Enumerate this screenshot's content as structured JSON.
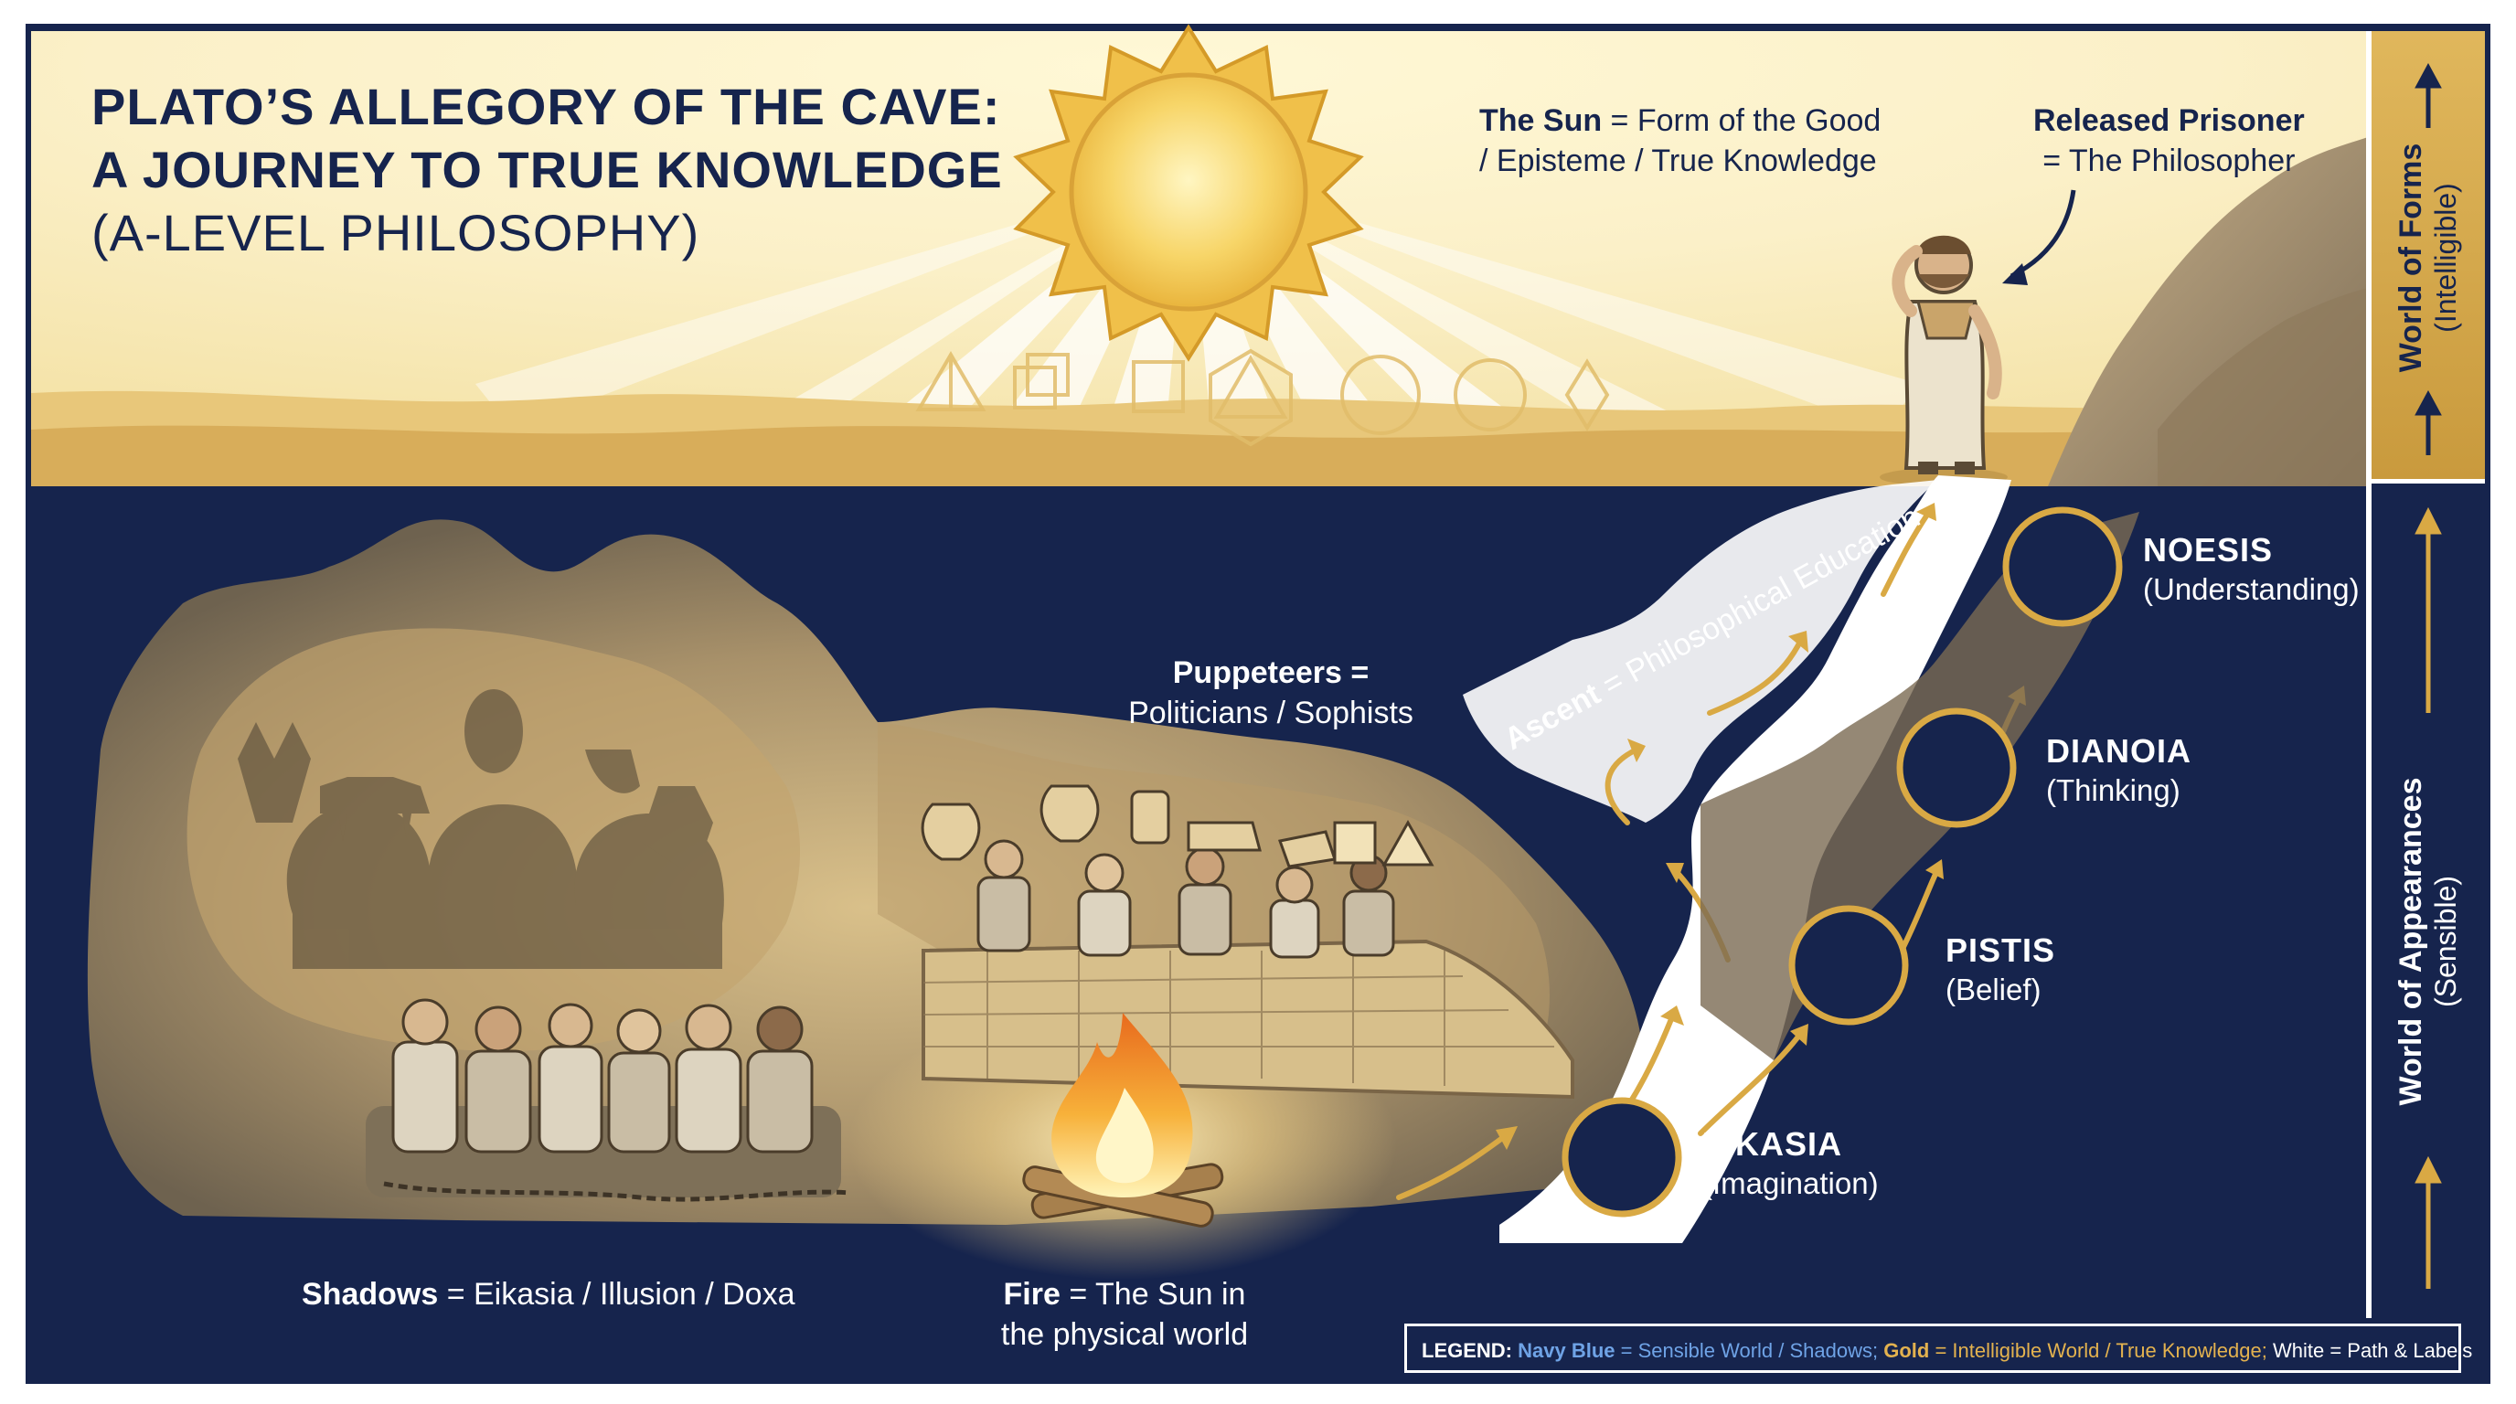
{
  "title": {
    "line1": "PLATO’S ALLEGORY OF THE CAVE:",
    "line2": "A JOURNEY TO TRUE KNOWLEDGE",
    "line3": "(A-LEVEL PHILOSOPHY)"
  },
  "callouts": {
    "sun": {
      "term": "The Sun",
      "line1": " = Form of the Good",
      "line2": "/ Episteme / True Knowledge"
    },
    "prisoner": {
      "term": "Released Prisoner",
      "line2": "= The Philosopher"
    },
    "puppeteers": {
      "term": "Puppeteers =",
      "line2": "Politicians / Sophists"
    },
    "ascent": {
      "term": "Ascent",
      "rest": " = Philosophical Education"
    },
    "shadows": {
      "term": "Shadows",
      "rest": " = Eikasia / Illusion / Doxa"
    },
    "fire": {
      "term": "Fire",
      "line1": " = The Sun in",
      "line2": "the physical world"
    }
  },
  "stages": [
    {
      "name": "EIKASIA",
      "sub": "(Imagination)"
    },
    {
      "name": "PISTIS",
      "sub": "(Belief)"
    },
    {
      "name": "DIANOIA",
      "sub": "(Thinking)"
    },
    {
      "name": "NOESIS",
      "sub": "(Understanding)"
    }
  ],
  "side_panel": {
    "forms": {
      "title": "World of Forms",
      "sub": "(Intelligible)"
    },
    "appearances": {
      "title": "World of Appearances",
      "sub": "(Sensible)"
    }
  },
  "legend": {
    "label": "LEGEND:",
    "navy": "Navy Blue",
    "navy_desc": " = Sensible World / Shadows; ",
    "gold": "Gold",
    "gold_desc": " = Intelligible World / True Knowledge; ",
    "white_desc": "White = Path & Labels"
  },
  "colors": {
    "navy": "#16244d",
    "gold": "#d9a944",
    "light_gold": "#f7e7b6",
    "white": "#ffffff",
    "legend_blue": "#6fa3e6"
  }
}
